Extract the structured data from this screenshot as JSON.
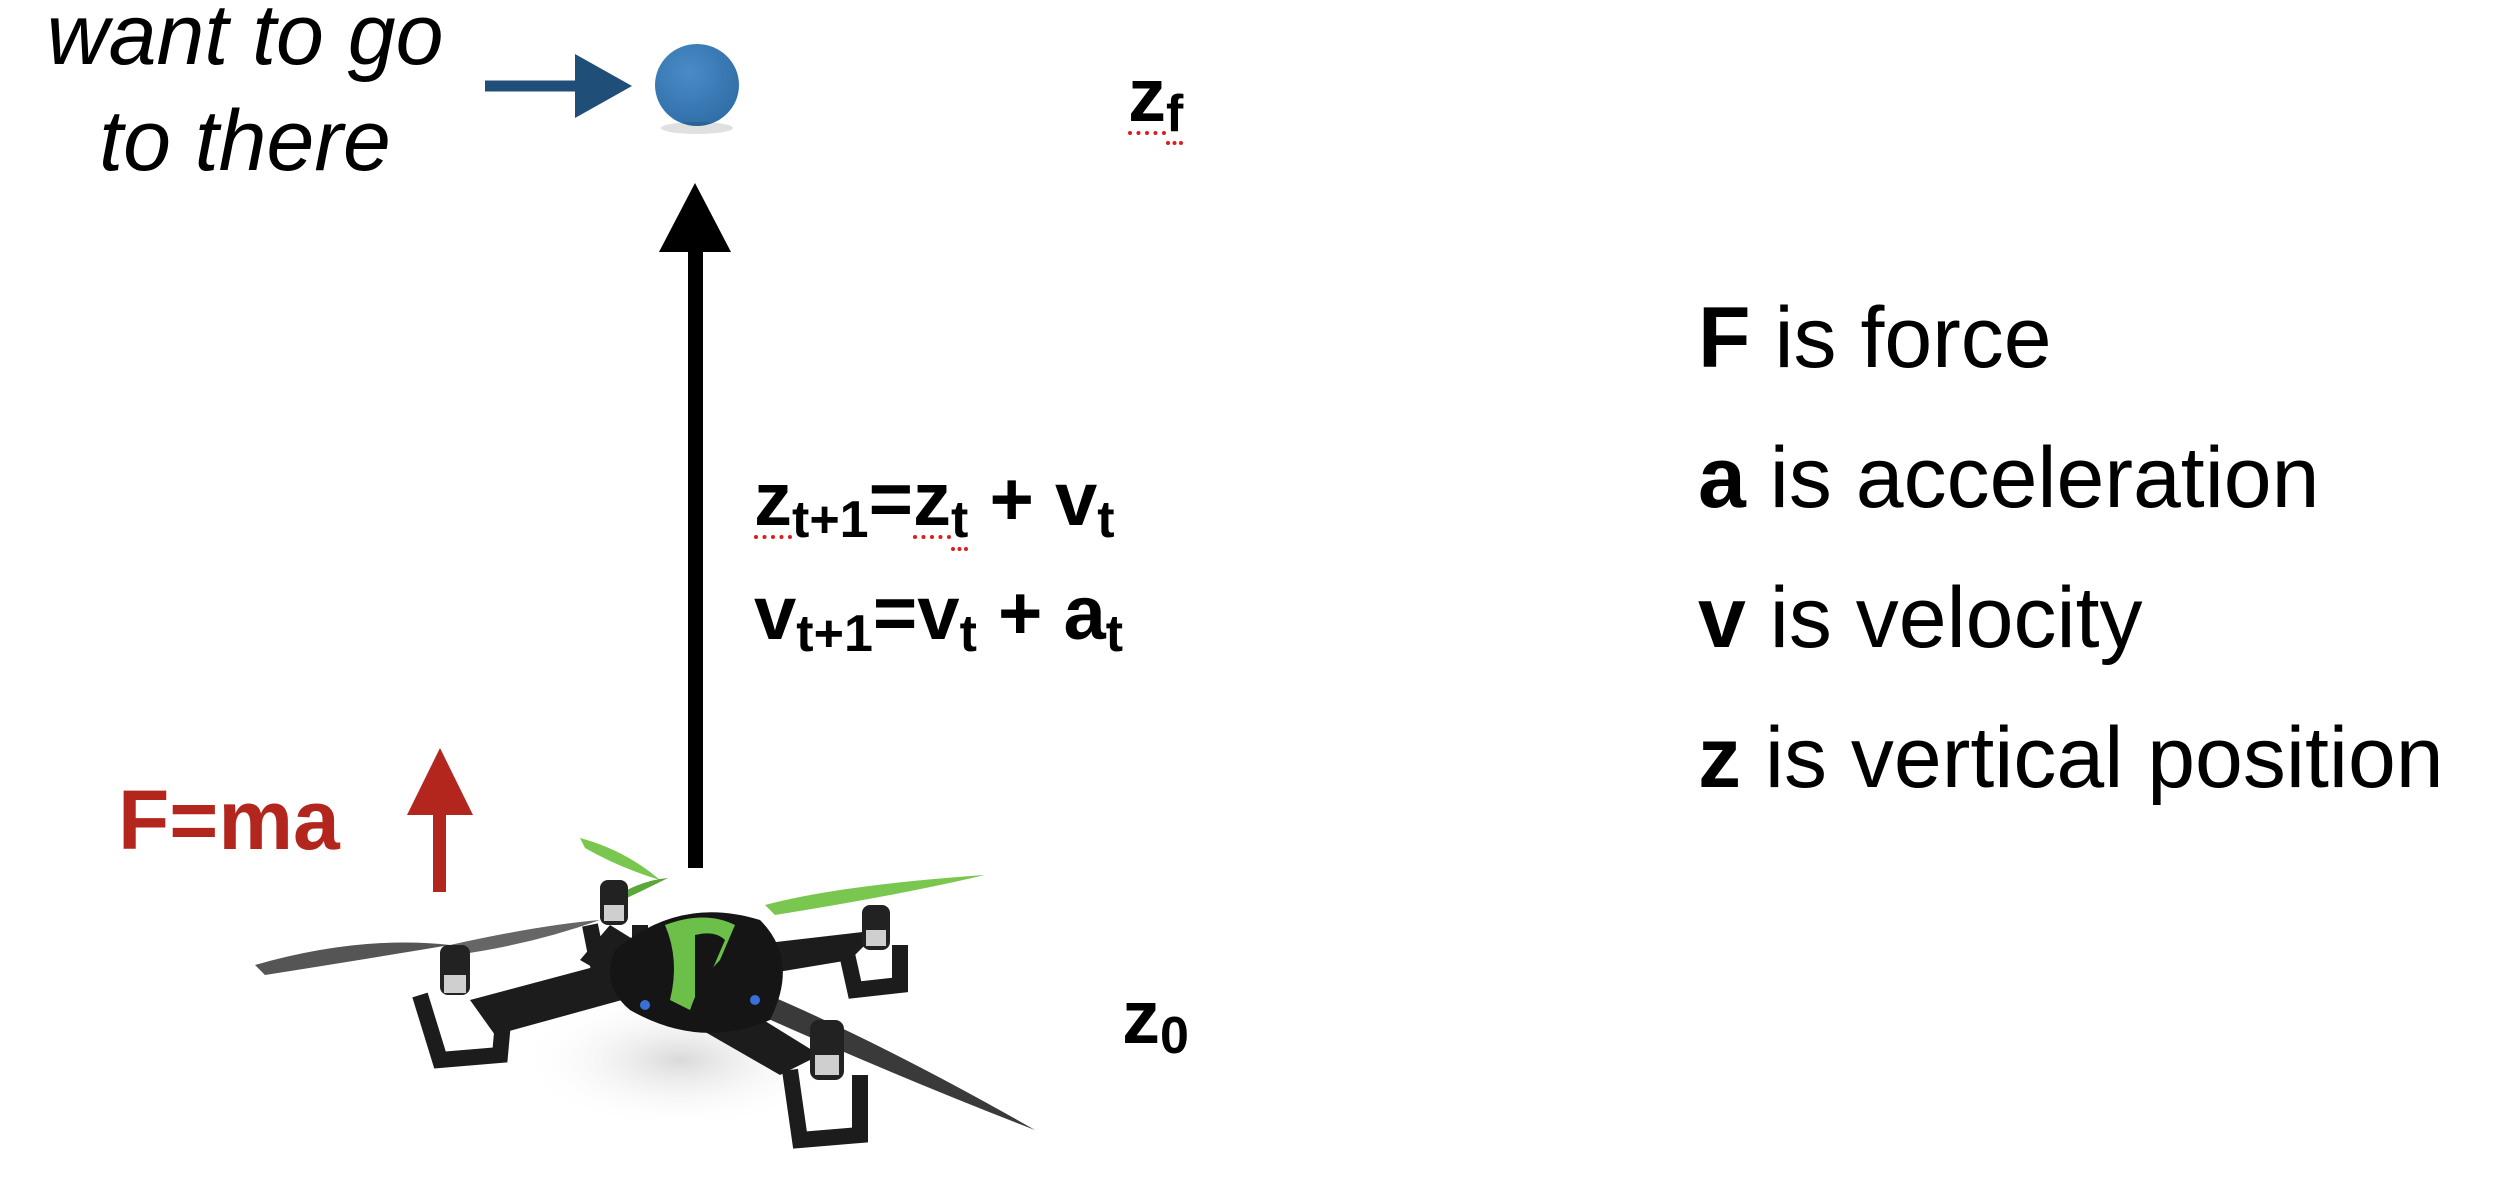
{
  "goal_text": {
    "line1": "want to go",
    "line2": "to there"
  },
  "labels": {
    "z_final": {
      "base": "z",
      "sub": "f"
    },
    "z_initial": {
      "base": "z",
      "sub": "0"
    }
  },
  "equations": {
    "eq1": {
      "a": "z",
      "a_sub": "t+1",
      "eq": "=",
      "b": "z",
      "b_sub": "t",
      "op": " + ",
      "c": "v",
      "c_sub": "t"
    },
    "eq2": {
      "a": "v",
      "a_sub": "t+1",
      "eq": "=",
      "b": "v",
      "b_sub": "t",
      "op": " + ",
      "c": "a",
      "c_sub": "t"
    }
  },
  "force_label": "F=ma",
  "legend": [
    {
      "symbol": "F",
      "text": " is force"
    },
    {
      "symbol": "a",
      "text": " is acceleration"
    },
    {
      "symbol": "v",
      "text": " is velocity"
    },
    {
      "symbol": "z",
      "text": " is vertical position"
    }
  ],
  "colors": {
    "goal_arrow": "#1f4e79",
    "goal_dot": "#3b7bb8",
    "force": "#b3261e",
    "path_arrow": "#000000",
    "drone_body": "#1a1a1a",
    "drone_accent": "#6cc04a",
    "propeller_green": "#7ac74f"
  }
}
